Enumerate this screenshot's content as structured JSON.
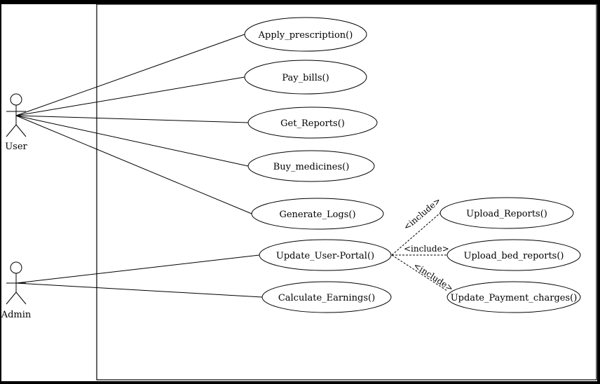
{
  "diagram": {
    "actors": [
      {
        "id": "user",
        "label": "User"
      },
      {
        "id": "admin",
        "label": "Admin"
      }
    ],
    "use_cases": [
      {
        "id": "apply_prescription",
        "label": "Apply_prescription()"
      },
      {
        "id": "pay_bills",
        "label": "Pay_bills()"
      },
      {
        "id": "get_reports",
        "label": "Get_Reports()"
      },
      {
        "id": "buy_medicines",
        "label": "Buy_medicines()"
      },
      {
        "id": "generate_logs",
        "label": "Generate_Logs()"
      },
      {
        "id": "update_user_portal",
        "label": "Update_User-Portal()"
      },
      {
        "id": "calculate_earnings",
        "label": "Calculate_Earnings()"
      },
      {
        "id": "upload_reports",
        "label": "Upload_Reports()"
      },
      {
        "id": "upload_bed_reports",
        "label": "Upload_bed_reports()"
      },
      {
        "id": "update_payment_charges",
        "label": "Update_Payment_charges()"
      }
    ],
    "associations": [
      {
        "from": "user",
        "to": "apply_prescription"
      },
      {
        "from": "user",
        "to": "pay_bills"
      },
      {
        "from": "user",
        "to": "get_reports"
      },
      {
        "from": "user",
        "to": "buy_medicines"
      },
      {
        "from": "user",
        "to": "generate_logs"
      },
      {
        "from": "admin",
        "to": "update_user_portal"
      },
      {
        "from": "admin",
        "to": "calculate_earnings"
      }
    ],
    "includes": [
      {
        "from": "update_user_portal",
        "to": "upload_reports",
        "label": "<include>"
      },
      {
        "from": "update_user_portal",
        "to": "upload_bed_reports",
        "label": "<include>"
      },
      {
        "from": "update_user_portal",
        "to": "update_payment_charges",
        "label": "<include>"
      }
    ]
  }
}
